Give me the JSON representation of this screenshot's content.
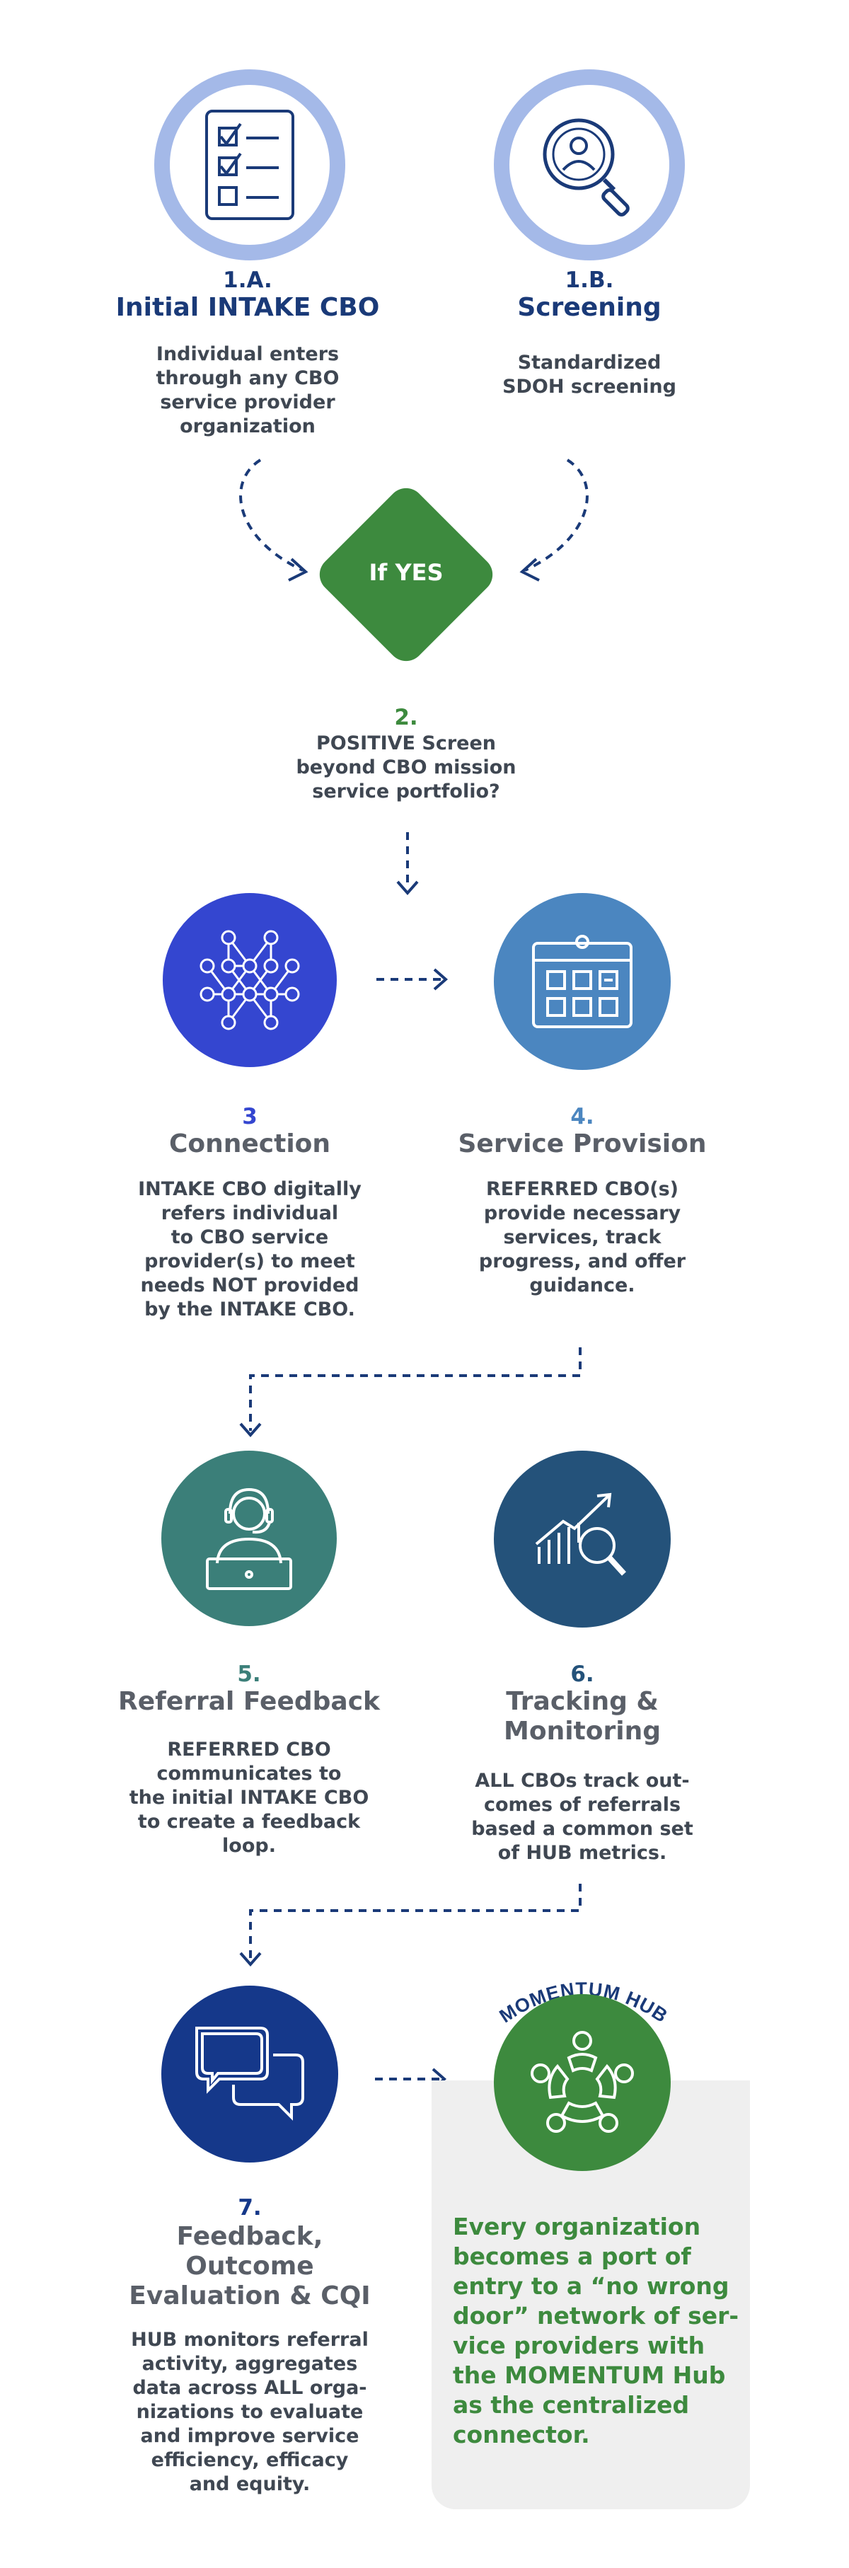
{
  "colors": {
    "navy": "#1a3a78",
    "ring": "#a4b9e8",
    "green": "#3d8a3e",
    "violet": "#3446d0",
    "steel": "#4b86c0",
    "teal": "#3b7f79",
    "slate": "#24527a",
    "deepnavy": "#15388a",
    "panel": "#efefef"
  },
  "steps": {
    "s1a": {
      "num": "1.A.",
      "title": "Initial INTAKE CBO",
      "desc": [
        "Individual enters",
        "through any CBO",
        "service provider",
        "organization"
      ],
      "icon": "checklist-icon"
    },
    "s1b": {
      "num": "1.B.",
      "title": "Screening",
      "desc": [
        "Standardized",
        "SDOH screening"
      ],
      "icon": "magnifier-person-icon"
    },
    "decision": {
      "label": "If YES"
    },
    "s2": {
      "num": "2.",
      "desc": [
        "POSITIVE Screen",
        "beyond CBO mission",
        "service portfolio?"
      ]
    },
    "s3": {
      "num": "3",
      "title": "Connection",
      "desc": [
        "INTAKE CBO digitally",
        "refers individual",
        "to CBO service",
        "provider(s) to meet",
        "needs NOT provided",
        "by the INTAKE CBO."
      ],
      "icon": "network-icon"
    },
    "s4": {
      "num": "4.",
      "title": "Service Provision",
      "desc": [
        "REFERRED CBO(s)",
        "provide necessary",
        "services, track",
        "progress, and offer",
        "guidance."
      ],
      "icon": "calendar-icon"
    },
    "s5": {
      "num": "5.",
      "title": "Referral Feedback",
      "desc": [
        "REFERRED CBO",
        "communicates to",
        "the initial  INTAKE CBO",
        "to create a feedback",
        "loop."
      ],
      "icon": "headset-agent-icon"
    },
    "s6": {
      "num": "6.",
      "title": [
        "Tracking &",
        "Monitoring"
      ],
      "desc": [
        "ALL CBOs track out-",
        "comes of referrals",
        "based a common set",
        "of HUB metrics."
      ],
      "icon": "chart-magnifier-icon"
    },
    "s7": {
      "num": "7.",
      "title": [
        "Feedback,",
        "Outcome",
        "Evaluation & CQI"
      ],
      "desc": [
        "HUB monitors referral",
        "activity, aggregates",
        "data across ALL orga-",
        "nizations  to evaluate",
        "and  improve service",
        "efficiency, efficacy",
        "and equity."
      ],
      "icon": "chat-bubbles-icon"
    }
  },
  "hub": {
    "arc_label": "MOMENTUM HUB",
    "icon": "people-circle-icon",
    "statement": [
      "Every organization",
      "becomes a port of",
      "entry to a “no wrong",
      "door” network of ser-",
      "vice providers with",
      "the MOMENTUM Hub",
      "as the centralized",
      "connector."
    ]
  }
}
